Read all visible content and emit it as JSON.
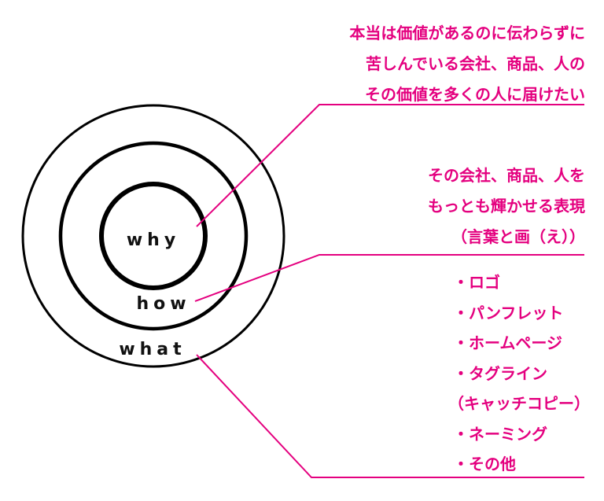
{
  "colors": {
    "accent": "#e4007f",
    "ring": "#000000",
    "label": "#111111"
  },
  "rings": {
    "why": "why",
    "how": "how",
    "what": "what"
  },
  "why_text": {
    "lines": [
      "本当は価値があるのに伝わらずに",
      "苦しんでいる会社、商品、人の",
      "その価値を多くの人に届けたい"
    ]
  },
  "how_text": {
    "lines": [
      "その会社、商品、人を",
      "もっとも輝かせる表現",
      "（言葉と画（え））"
    ]
  },
  "what_text": {
    "items": [
      "・ロゴ",
      "・パンフレット",
      "・ホームページ",
      "・タグライン",
      "（キャッチコピー）",
      "・ネーミング",
      "・その他"
    ]
  }
}
